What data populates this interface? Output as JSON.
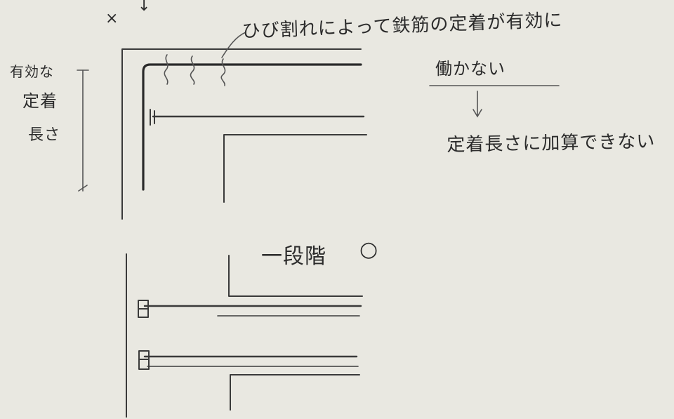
{
  "marks": {
    "x_mark": "×",
    "arrow_mark": "↓",
    "circle_mark": "○"
  },
  "labels": {
    "crack_note": "ひび割れによって鉄筋の定着が有効に",
    "crack_note_2": "働かない",
    "result_note": "定着長さに加算できない",
    "effective_label_line1": "有効な",
    "effective_label_line2": "定着",
    "effective_label_line3": "長さ",
    "step_label": "一段階"
  }
}
